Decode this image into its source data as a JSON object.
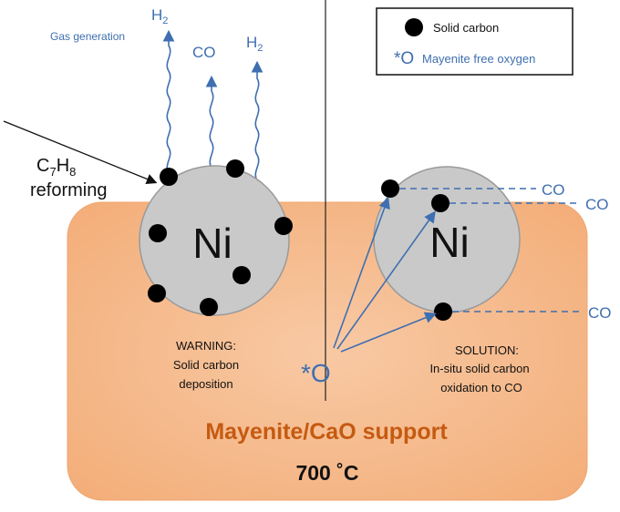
{
  "legend": {
    "solid_carbon": "Solid carbon",
    "free_oxygen_symbol": "*O",
    "free_oxygen": "Mayenite free oxygen"
  },
  "left": {
    "gas_generation": "Gas generation",
    "gas_h2_a": "H",
    "gas_h2_a_sub": "2",
    "gas_co": "CO",
    "gas_h2_b": "H",
    "gas_h2_b_sub": "2",
    "reforming_c": "C",
    "reforming_c_sub": "7",
    "reforming_h": "H",
    "reforming_h_sub": "8",
    "reforming_word": "reforming",
    "particle": "Ni",
    "warning_1": "WARNING:",
    "warning_2": "Solid carbon",
    "warning_3": "deposition"
  },
  "right": {
    "particle": "Ni",
    "co_1": "CO",
    "co_2": "CO",
    "co_3": "CO",
    "solution_1": "SOLUTION:",
    "solution_2": "In-situ solid carbon",
    "solution_3": "oxidation to CO"
  },
  "center": {
    "oxygen": "*O"
  },
  "support": {
    "title": "Mayenite/CaO support",
    "temperature": "700 ˚C"
  },
  "colors": {
    "support_fill": "#f4b183",
    "particle_fill": "#c9c9c9",
    "accent_blue": "#3e6fb0",
    "support_text": "#c55a11"
  }
}
